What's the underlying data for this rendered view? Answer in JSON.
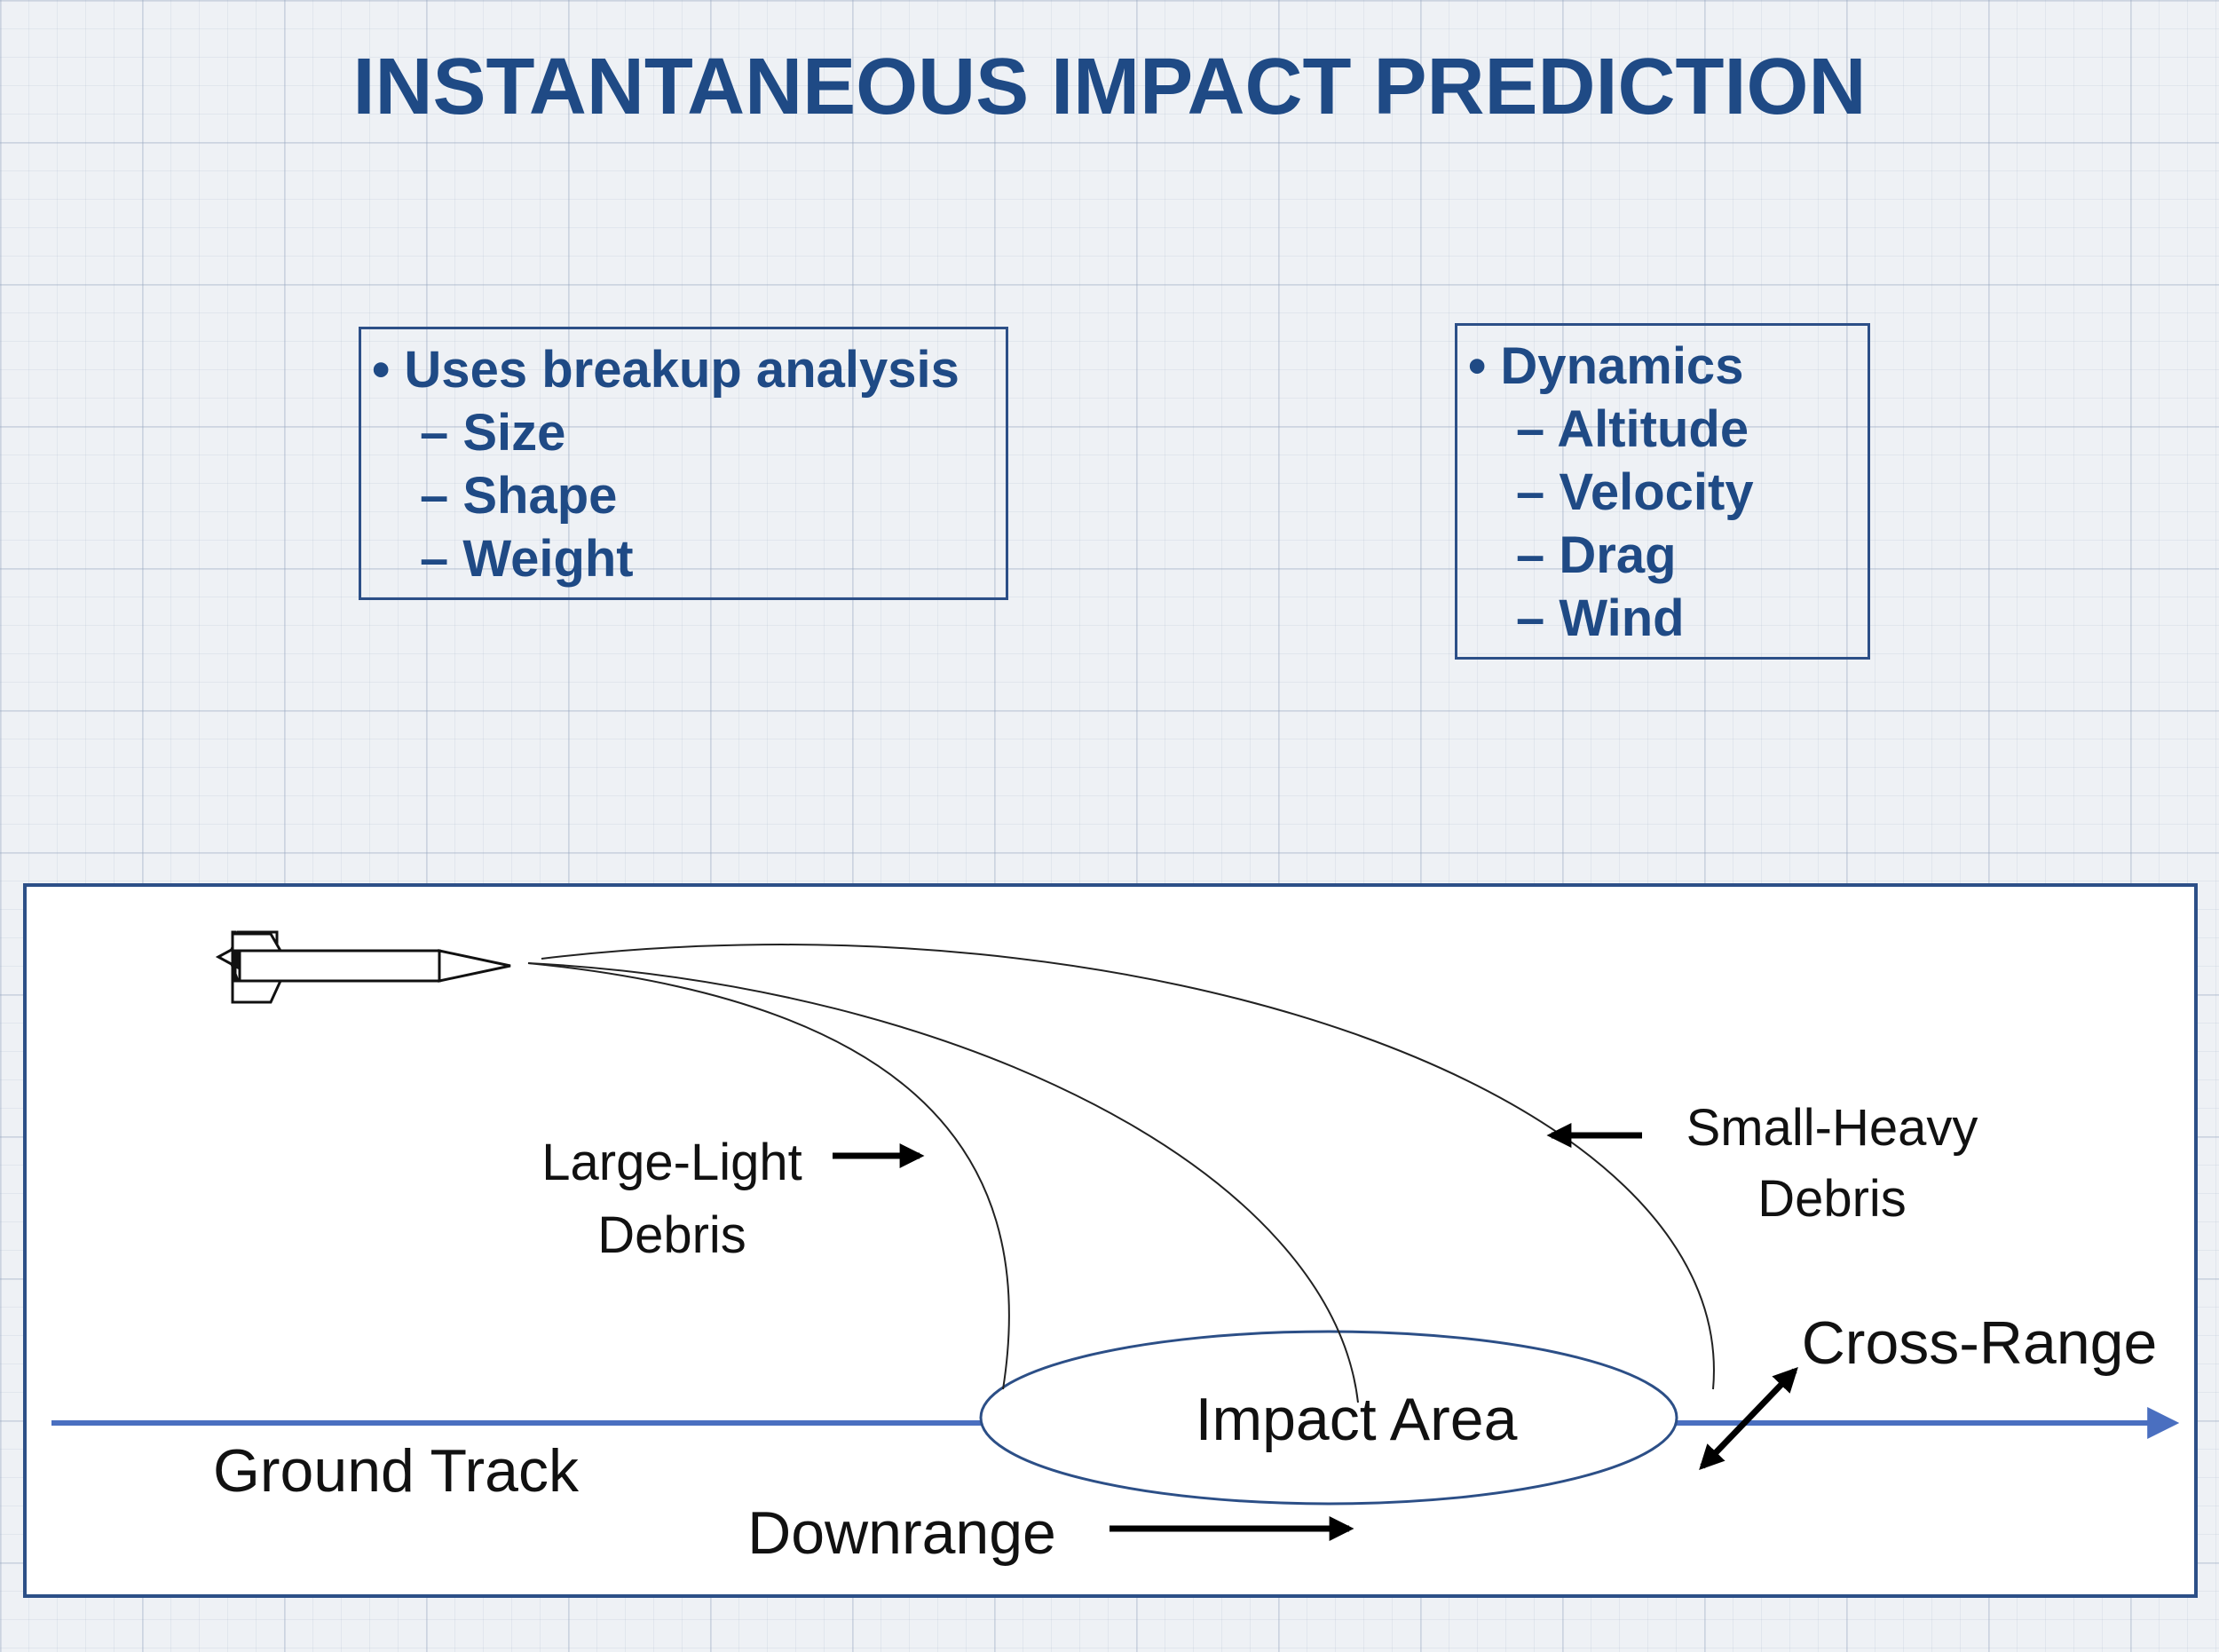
{
  "title": "INSTANTANEOUS IMPACT PREDICTION",
  "left_box": {
    "heading": "Uses breakup analysis",
    "items": [
      "Size",
      "Shape",
      "Weight"
    ]
  },
  "right_box": {
    "heading": "Dynamics",
    "items": [
      "Altitude",
      "Velocity",
      "Drag",
      "Wind"
    ]
  },
  "diagram": {
    "large_light_label": [
      "Large-Light",
      "Debris"
    ],
    "small_heavy_label": [
      "Small-Heavy",
      "Debris"
    ],
    "cross_range_label": "Cross-Range",
    "impact_area_label": "Impact Area",
    "ground_track_label": "Ground Track",
    "downrange_label": "Downrange"
  },
  "colors": {
    "title": "#1f4a85",
    "box_border": "#2c4f87",
    "ground_track": "#4a6fc0",
    "impact_ellipse": "#2c4f87"
  }
}
